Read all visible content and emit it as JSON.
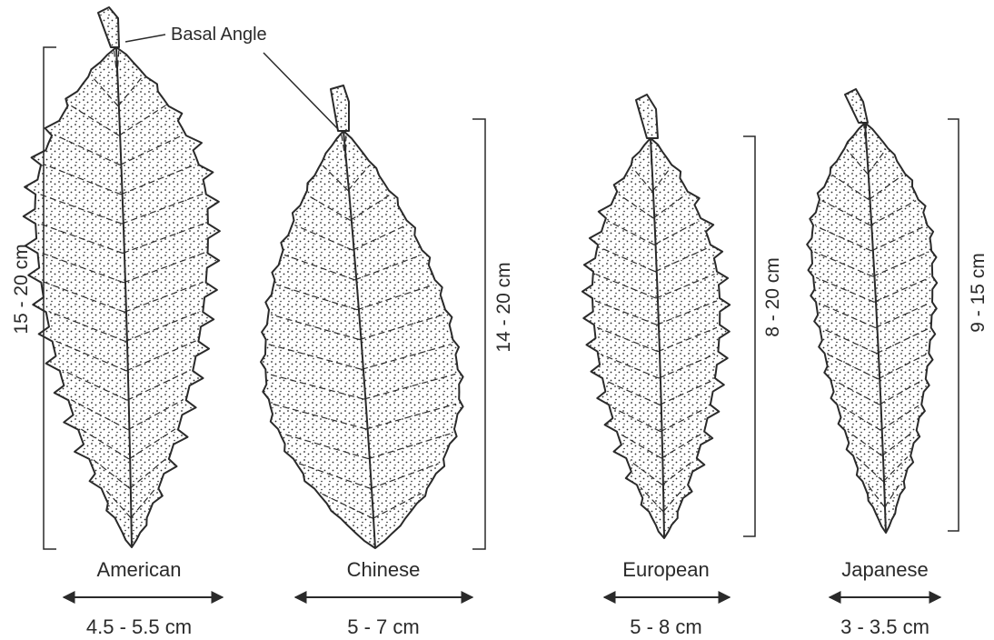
{
  "annotation": {
    "basal_angle": "Basal Angle"
  },
  "species": [
    {
      "name": "American",
      "width": "4.5 - 5.5 cm",
      "length": "15 - 20 cm"
    },
    {
      "name": "Chinese",
      "width": "5 - 7 cm",
      "length": "14 - 20 cm"
    },
    {
      "name": "European",
      "width": "5 - 8 cm",
      "length": "8 - 20 cm"
    },
    {
      "name": "Japanese",
      "width": "3 - 3.5 cm",
      "length": "9 - 15 cm"
    }
  ],
  "colors": {
    "ink": "#2a2a2a",
    "paper": "#ffffff"
  }
}
